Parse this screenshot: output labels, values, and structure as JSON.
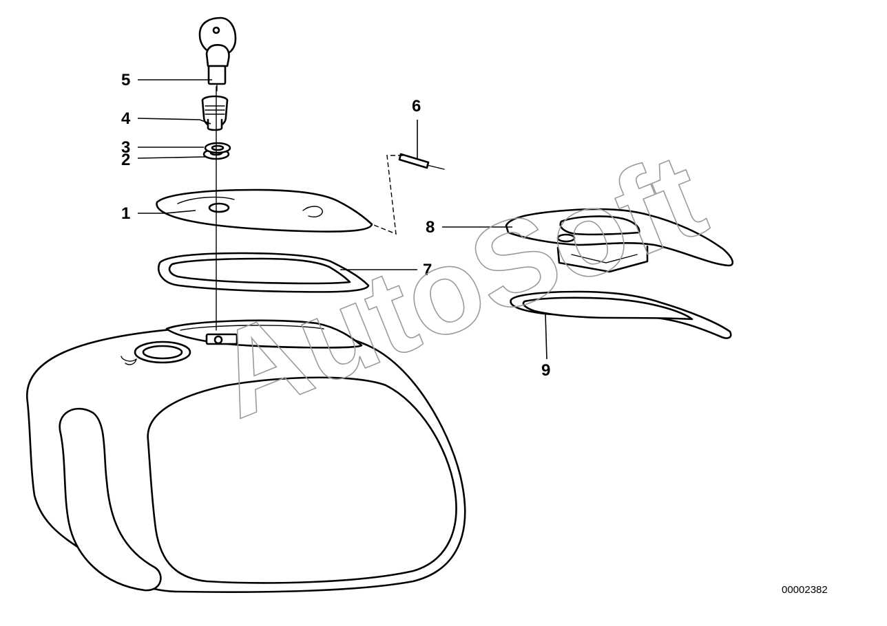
{
  "callouts": [
    {
      "id": "1",
      "label": "1"
    },
    {
      "id": "2",
      "label": "2"
    },
    {
      "id": "3",
      "label": "3"
    },
    {
      "id": "4",
      "label": "4"
    },
    {
      "id": "5",
      "label": "5"
    },
    {
      "id": "6",
      "label": "6"
    },
    {
      "id": "7",
      "label": "7"
    },
    {
      "id": "8",
      "label": "8"
    },
    {
      "id": "9",
      "label": "9"
    }
  ],
  "watermark": "AutoSoft",
  "document_number": "00002382",
  "colors": {
    "ink": "#000000",
    "watermark": "#9a9a9a",
    "background": "#ffffff"
  }
}
